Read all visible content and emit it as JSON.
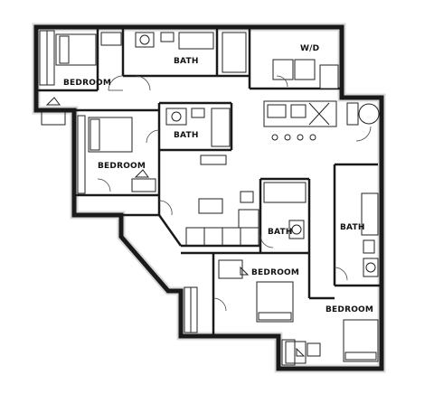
{
  "rooms": [
    {
      "label": "BEDROOM"
    },
    {
      "label": "BATH"
    },
    {
      "label": "W/D"
    },
    {
      "label": "BEDROOM"
    },
    {
      "label": "BATH"
    },
    {
      "label": "BATH"
    },
    {
      "label": "BATH"
    },
    {
      "label": "BEDROOM"
    },
    {
      "label": "BEDROOM"
    }
  ]
}
